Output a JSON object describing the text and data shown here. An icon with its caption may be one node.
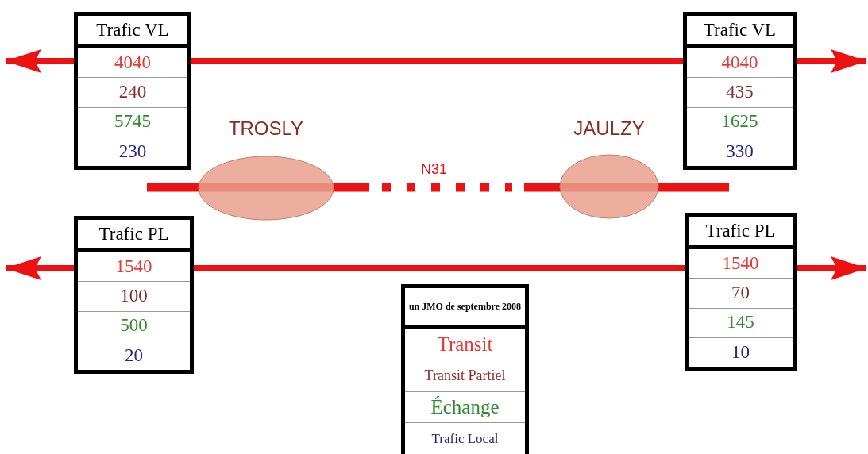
{
  "diagram": {
    "nodes": [
      {
        "text": [
          "Trafic VL",
          "4040",
          "240",
          "5745",
          "230"
        ]
      },
      {
        "text": [
          "Trafic VL",
          "4040",
          "435",
          "1625",
          "330"
        ]
      },
      {
        "text": [
          "TROSLY"
        ]
      },
      {
        "text": [
          "JAULZY"
        ]
      },
      {
        "text": [
          "Trafic PL",
          "1540",
          "100",
          "500",
          "20"
        ]
      },
      {
        "text": [
          "Trafic PL",
          "1540",
          "70",
          "145",
          "10"
        ]
      },
      {
        "text": [
          "un JMO de septembre 2008",
          "Transit",
          "Transit Partiel",
          "Échange",
          "Trafic Local"
        ]
      }
    ],
    "edges": [
      {
        "from": 0,
        "to": null,
        "arrow": "to"
      },
      {
        "from": 0,
        "to": 1,
        "arrow": "none"
      },
      {
        "from": 1,
        "to": null,
        "arrow": "to"
      },
      {
        "from": 4,
        "to": null,
        "arrow": "to"
      },
      {
        "from": 4,
        "to": 5,
        "arrow": "none"
      },
      {
        "from": 5,
        "to": null,
        "arrow": "to"
      }
    ],
    "labels": [
      "N31"
    ]
  }
}
